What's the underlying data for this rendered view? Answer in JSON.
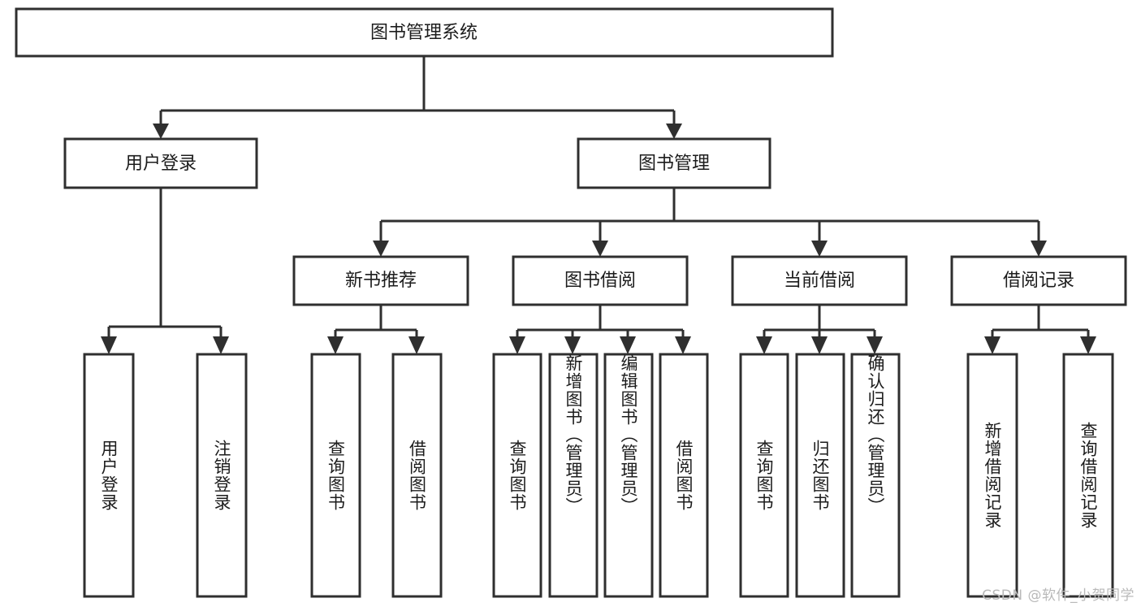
{
  "diagram": {
    "type": "tree",
    "title_node": {
      "id": "root",
      "label": "图书管理系统"
    },
    "level2": [
      {
        "id": "login",
        "label": "用户登录"
      },
      {
        "id": "bookmgmt",
        "label": "图书管理"
      }
    ],
    "level3": [
      {
        "id": "newbook",
        "label": "新书推荐",
        "parent": "bookmgmt"
      },
      {
        "id": "borrow",
        "label": "图书借阅",
        "parent": "bookmgmt"
      },
      {
        "id": "current",
        "label": "当前借阅",
        "parent": "bookmgmt"
      },
      {
        "id": "records",
        "label": "借阅记录",
        "parent": "bookmgmt"
      }
    ],
    "leaves": [
      {
        "id": "leaf-user-login",
        "label": "用户登录",
        "parent": "login"
      },
      {
        "id": "leaf-user-logout",
        "label": "注销登录",
        "parent": "login"
      },
      {
        "id": "leaf-query-book-1",
        "label": "查询图书",
        "parent": "newbook"
      },
      {
        "id": "leaf-borrow-book-1",
        "label": "借阅图书",
        "parent": "newbook"
      },
      {
        "id": "leaf-query-book-2",
        "label": "查询图书",
        "parent": "borrow"
      },
      {
        "id": "leaf-add-book",
        "label": "新增图书（管理员）",
        "parent": "borrow"
      },
      {
        "id": "leaf-edit-book",
        "label": "编辑图书（管理员）",
        "parent": "borrow"
      },
      {
        "id": "leaf-borrow-book-2",
        "label": "借阅图书",
        "parent": "borrow"
      },
      {
        "id": "leaf-query-book-3",
        "label": "查询图书",
        "parent": "current"
      },
      {
        "id": "leaf-return-book",
        "label": "归还图书",
        "parent": "current"
      },
      {
        "id": "leaf-confirm-return",
        "label": "确认归还（管理员）",
        "parent": "current"
      },
      {
        "id": "leaf-add-record",
        "label": "新增借阅记录",
        "parent": "records"
      },
      {
        "id": "leaf-query-record",
        "label": "查询借阅记录",
        "parent": "records"
      }
    ],
    "colors": {
      "stroke": "#2f2f2f",
      "fill": "#ffffff",
      "text": "#1c1c1c",
      "watermark": "#b9b9b9",
      "background": "#ffffff"
    }
  },
  "watermark": {
    "text": "CSDN @软件_小贺同学"
  }
}
